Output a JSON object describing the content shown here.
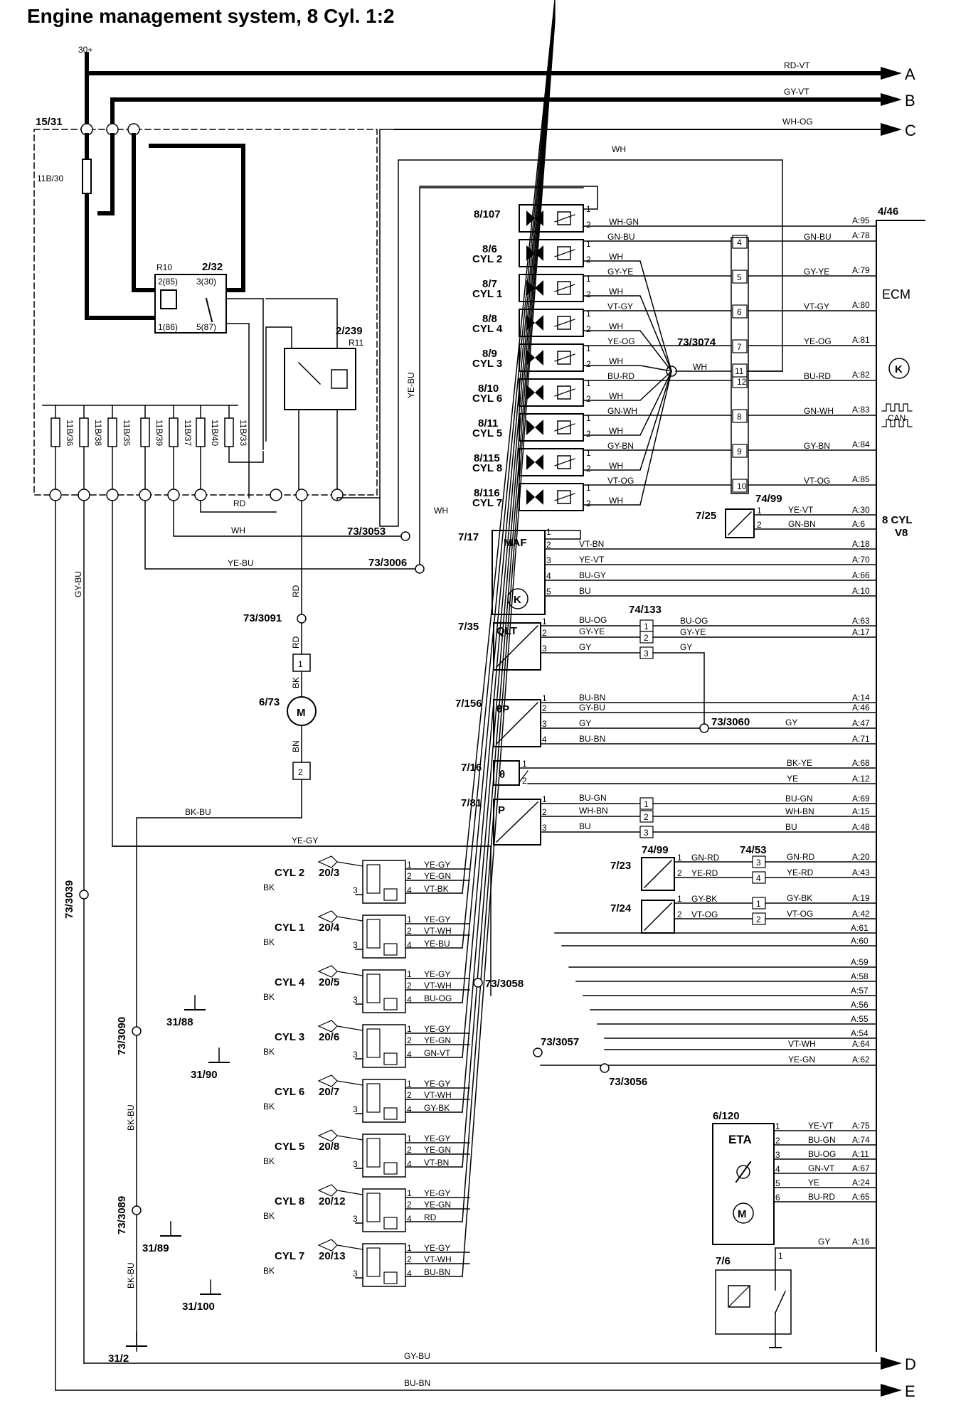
{
  "title": "Engine management system, 8 Cyl. 1:2",
  "supply": {
    "label": "30+",
    "fusebox": "15/31",
    "fuse_main": "11B/30"
  },
  "arrows": [
    {
      "letter": "A",
      "wire": "RD-VT"
    },
    {
      "letter": "B",
      "wire": "GY-VT"
    },
    {
      "letter": "C",
      "wire": "WH-OG"
    },
    {
      "letter": "D",
      "wire": "GY-BU"
    },
    {
      "letter": "E",
      "wire": "BU-BN"
    }
  ],
  "relay_main": {
    "id": "2/32",
    "ref": "R10",
    "p1": "2(85)",
    "p2": "3(30)",
    "p3": "1(86)",
    "p4": "5(87)"
  },
  "relay_fan": {
    "id": "2/239",
    "ref": "R11"
  },
  "fuses": [
    "11B/36",
    "11B/38",
    "11B/35",
    "11B/39",
    "11B/37",
    "11B/40",
    "11B/33"
  ],
  "ecm": {
    "id": "4/46",
    "label": "ECM",
    "can": "CAN",
    "variant": "8 CYL\nV8"
  },
  "injectors": [
    {
      "id": "8/107",
      "name": "",
      "w1": "",
      "w2": "WH-GN",
      "pin": "A:95"
    },
    {
      "id": "8/6",
      "name": "CYL 2",
      "w1": "GN-BU",
      "w2": "WH",
      "conn": "4",
      "wire": "GN-BU",
      "pin": "A:78"
    },
    {
      "id": "8/7",
      "name": "CYL 1",
      "w1": "GY-YE",
      "w2": "WH",
      "conn": "5",
      "wire": "GY-YE",
      "pin": "A:79"
    },
    {
      "id": "8/8",
      "name": "CYL 4",
      "w1": "VT-GY",
      "w2": "WH",
      "conn": "6",
      "wire": "VT-GY",
      "pin": "A:80"
    },
    {
      "id": "8/9",
      "name": "CYL 3",
      "w1": "YE-OG",
      "w2": "WH",
      "conn": "7",
      "wire": "YE-OG",
      "pin": "A:81"
    },
    {
      "id": "8/10",
      "name": "CYL 6",
      "w1": "BU-RD",
      "w2": "WH",
      "conn": "12",
      "wire": "BU-RD",
      "pin": "A:82"
    },
    {
      "id": "8/11",
      "name": "CYL 5",
      "w1": "GN-WH",
      "w2": "WH",
      "conn": "8",
      "wire": "GN-WH",
      "pin": "A:83"
    },
    {
      "id": "8/115",
      "name": "CYL 8",
      "w1": "GY-BN",
      "w2": "WH",
      "conn": "9",
      "wire": "GY-BN",
      "pin": "A:84"
    },
    {
      "id": "8/116",
      "name": "CYL 7",
      "w1": "VT-OG",
      "w2": "WH",
      "conn": "10",
      "wire": "VT-OG",
      "pin": "A:85"
    }
  ],
  "splices": {
    "s3074": "73/3074",
    "s3053": "73/3053",
    "s3006": "73/3006",
    "s3091": "73/3091",
    "s3060": "73/3060",
    "s3058": "73/3058",
    "s3057": "73/3057",
    "s3056": "73/3056",
    "s3039": "73/3039",
    "s3090": "73/3090",
    "s3089": "73/3089"
  },
  "conn_ids": {
    "c7499a": "74/99",
    "c74133": "74/133",
    "c7499b": "74/99",
    "c7453": "74/53"
  },
  "sensors": {
    "s725": {
      "id": "7/25",
      "w1": "YE-VT",
      "p1": "A:30",
      "w2": "GN-BN",
      "p2": "A:6"
    },
    "maf": {
      "id": "7/17",
      "label": "MAF",
      "w2": "VT-BN",
      "p2": "A:18",
      "w3": "YE-VT",
      "p3": "A:70",
      "w4": "BU-GY",
      "p4": "A:66",
      "w5": "BU",
      "p5": "A:10"
    },
    "qlt": {
      "id": "7/35",
      "label": "QLT",
      "w1a": "BU-OG",
      "w1b": "BU-OG",
      "p1": "A:63",
      "w2a": "GY-YE",
      "w2b": "GY-YE",
      "p2": "A:17",
      "w3a": "GY",
      "w3b": "GY"
    },
    "s7156": {
      "id": "7/156",
      "label": "θP",
      "w1": "BU-BN",
      "p1": "A:14",
      "w2": "GY-BU",
      "p2": "A:46",
      "w3": "GY",
      "w3b": "GY",
      "p3": "A:47",
      "w4": "BU-BN",
      "p4": "A:71"
    },
    "s716": {
      "id": "7/16",
      "label": "θ",
      "w1": "BK-YE",
      "p1": "A:68",
      "w2": "YE",
      "p2": "A:12"
    },
    "s781": {
      "id": "7/81",
      "label": "P",
      "w1": "BU-GN",
      "w1b": "BU-GN",
      "p1": "A:69",
      "w2": "WH-BN",
      "w2b": "WH-BN",
      "p2": "A:15",
      "w3": "BU",
      "w3b": "BU",
      "p3": "A:48"
    },
    "s723": {
      "id": "7/23",
      "w1": "GN-RD",
      "w1b": "GN-RD",
      "p1": "A:20",
      "w2": "YE-RD",
      "w2b": "YE-RD",
      "p2": "A:43"
    },
    "s724": {
      "id": "7/24",
      "w1": "GY-BK",
      "w1b": "GY-BK",
      "p1": "A:19",
      "w2": "VT-OG",
      "w2b": "VT-OG",
      "p2": "A:42"
    }
  },
  "fanmotor": {
    "id": "6/73",
    "w_rd": "RD",
    "w_bk": "BK",
    "w_bn": "BN",
    "w_bkbu": "BK-BU"
  },
  "coils": [
    {
      "name": "CYL 2",
      "id": "20/3",
      "w1": "YE-GY",
      "w2": "YE-GN",
      "w4": "VT-BK"
    },
    {
      "name": "CYL 1",
      "id": "20/4",
      "w1": "YE-GY",
      "w2": "VT-WH",
      "w4": "YE-BU"
    },
    {
      "name": "CYL 4",
      "id": "20/5",
      "w1": "YE-GY",
      "w2": "VT-WH",
      "w4": "BU-OG"
    },
    {
      "name": "CYL 3",
      "id": "20/6",
      "w1": "YE-GY",
      "w2": "YE-GN",
      "w4": "GN-VT"
    },
    {
      "name": "CYL 6",
      "id": "20/7",
      "w1": "YE-GY",
      "w2": "VT-WH",
      "w4": "GY-BK"
    },
    {
      "name": "CYL 5",
      "id": "20/8",
      "w1": "YE-GY",
      "w2": "YE-GN",
      "w4": "VT-BN"
    },
    {
      "name": "CYL 8",
      "id": "20/12",
      "w1": "YE-GY",
      "w2": "YE-GN",
      "w4": "RD"
    },
    {
      "name": "CYL 7",
      "id": "20/13",
      "w1": "YE-GY",
      "w2": "VT-WH",
      "w4": "BU-BN"
    }
  ],
  "coil_pins": [
    "A:61",
    "A:60",
    "A:59",
    "A:58",
    "A:57",
    "A:56",
    "A:55",
    "A:54"
  ],
  "coil_wires": {
    "vtwh": "VT-WH",
    "vtwh_pin": "A:64",
    "yegn": "YE-GN",
    "yegn_pin": "A:62",
    "yegy": "YE-GY",
    "bk": "BK"
  },
  "grounds": [
    "31/88",
    "31/90",
    "31/89",
    "31/100",
    "31/2"
  ],
  "eta": {
    "id": "6/120",
    "label": "ETA",
    "w1": "YE-VT",
    "p1": "A:75",
    "w2": "BU-GN",
    "p2": "A:74",
    "w3": "BU-OG",
    "p3": "A:11",
    "w4": "GN-VT",
    "p4": "A:67",
    "w5": "YE",
    "p5": "A:24",
    "w6": "BU-RD",
    "p6": "A:65"
  },
  "s76": {
    "id": "7/6",
    "w": "GY",
    "p": "A:16"
  },
  "misc_wires": {
    "yebu": "YE-BU",
    "wh": "WH",
    "rd": "RD",
    "gybu": "GY-BU",
    "bkbu": "BK-BU"
  }
}
